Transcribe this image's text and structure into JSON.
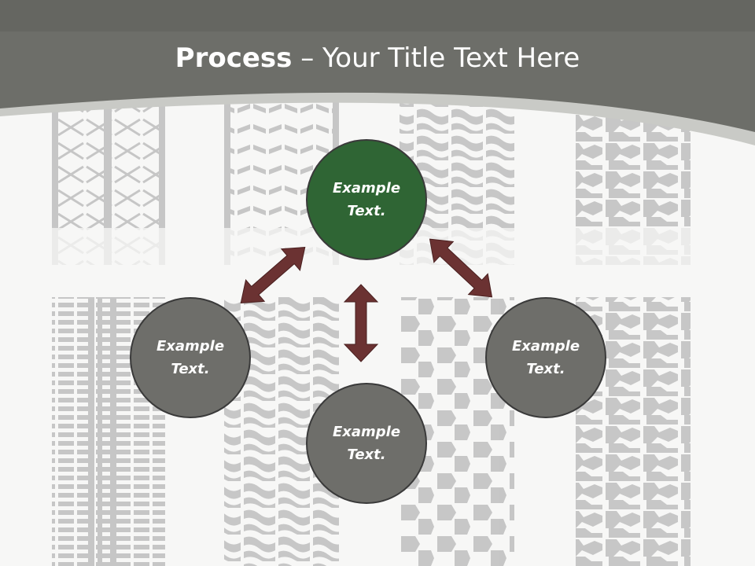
{
  "title": {
    "bold": "Process",
    "dash": " – ",
    "rest": "Your Title Text Here"
  },
  "nodes": {
    "top": "Example Text.",
    "left": "Example Text.",
    "bottom": "Example Text.",
    "right": "Example Text."
  },
  "colors": {
    "header": "#6d6e69",
    "center_node": "#2f6534",
    "outer_node": "#6e6e6a",
    "arrow": "#6b3232",
    "tread": "#c4c4c4"
  }
}
